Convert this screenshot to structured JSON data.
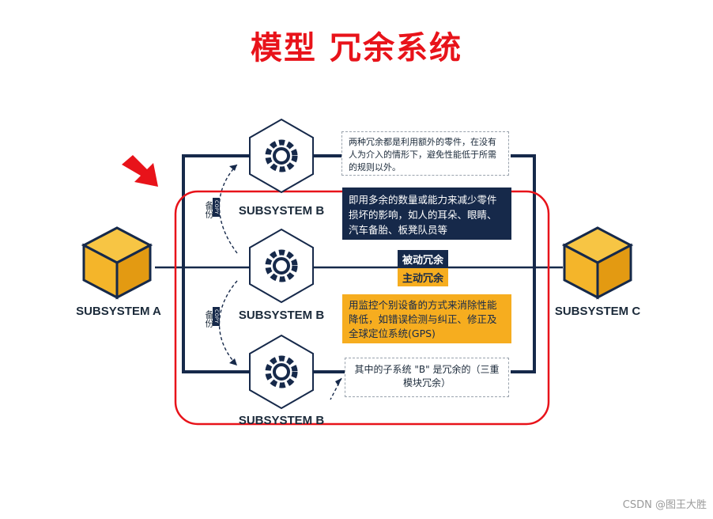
{
  "title": "模型 冗余系统",
  "subsystems": {
    "a": "SUBSYSTEM A",
    "b_top": "SUBSYSTEM B",
    "b_mid": "SUBSYSTEM B",
    "b_bottom": "SUBSYSTEM B",
    "c": "SUBSYSTEM C"
  },
  "notes": {
    "top": "两种冗余都是利用额外的零件，在没有人为介入的情形下，避免性能低于所需的规则以外。",
    "navy": "即用多余的数量或能力来减少零件损坏的影响，如人的耳朵、眼睛、汽车备胎、板凳队员等",
    "yellow": "用监控个别设备的方式来消除性能降低，如错误检测与纠正、修正及全球定位系统(GPS)",
    "bottom": "其中的子系统 \"B\" 是冗余的（三重模块冗余）"
  },
  "tags": {
    "passive": "被动冗余",
    "active": "主动冗余"
  },
  "backup": {
    "label_upper": "备份",
    "label_lower": "备份",
    "copy_upper": "COPY",
    "copy_lower": "COPY"
  },
  "colors": {
    "title": "#e8131a",
    "navy": "#16294a",
    "yellow": "#f6ad1f",
    "cube": "#f4b52a",
    "highlight": "#e8131a"
  },
  "watermark": "CSDN @图王大胜"
}
